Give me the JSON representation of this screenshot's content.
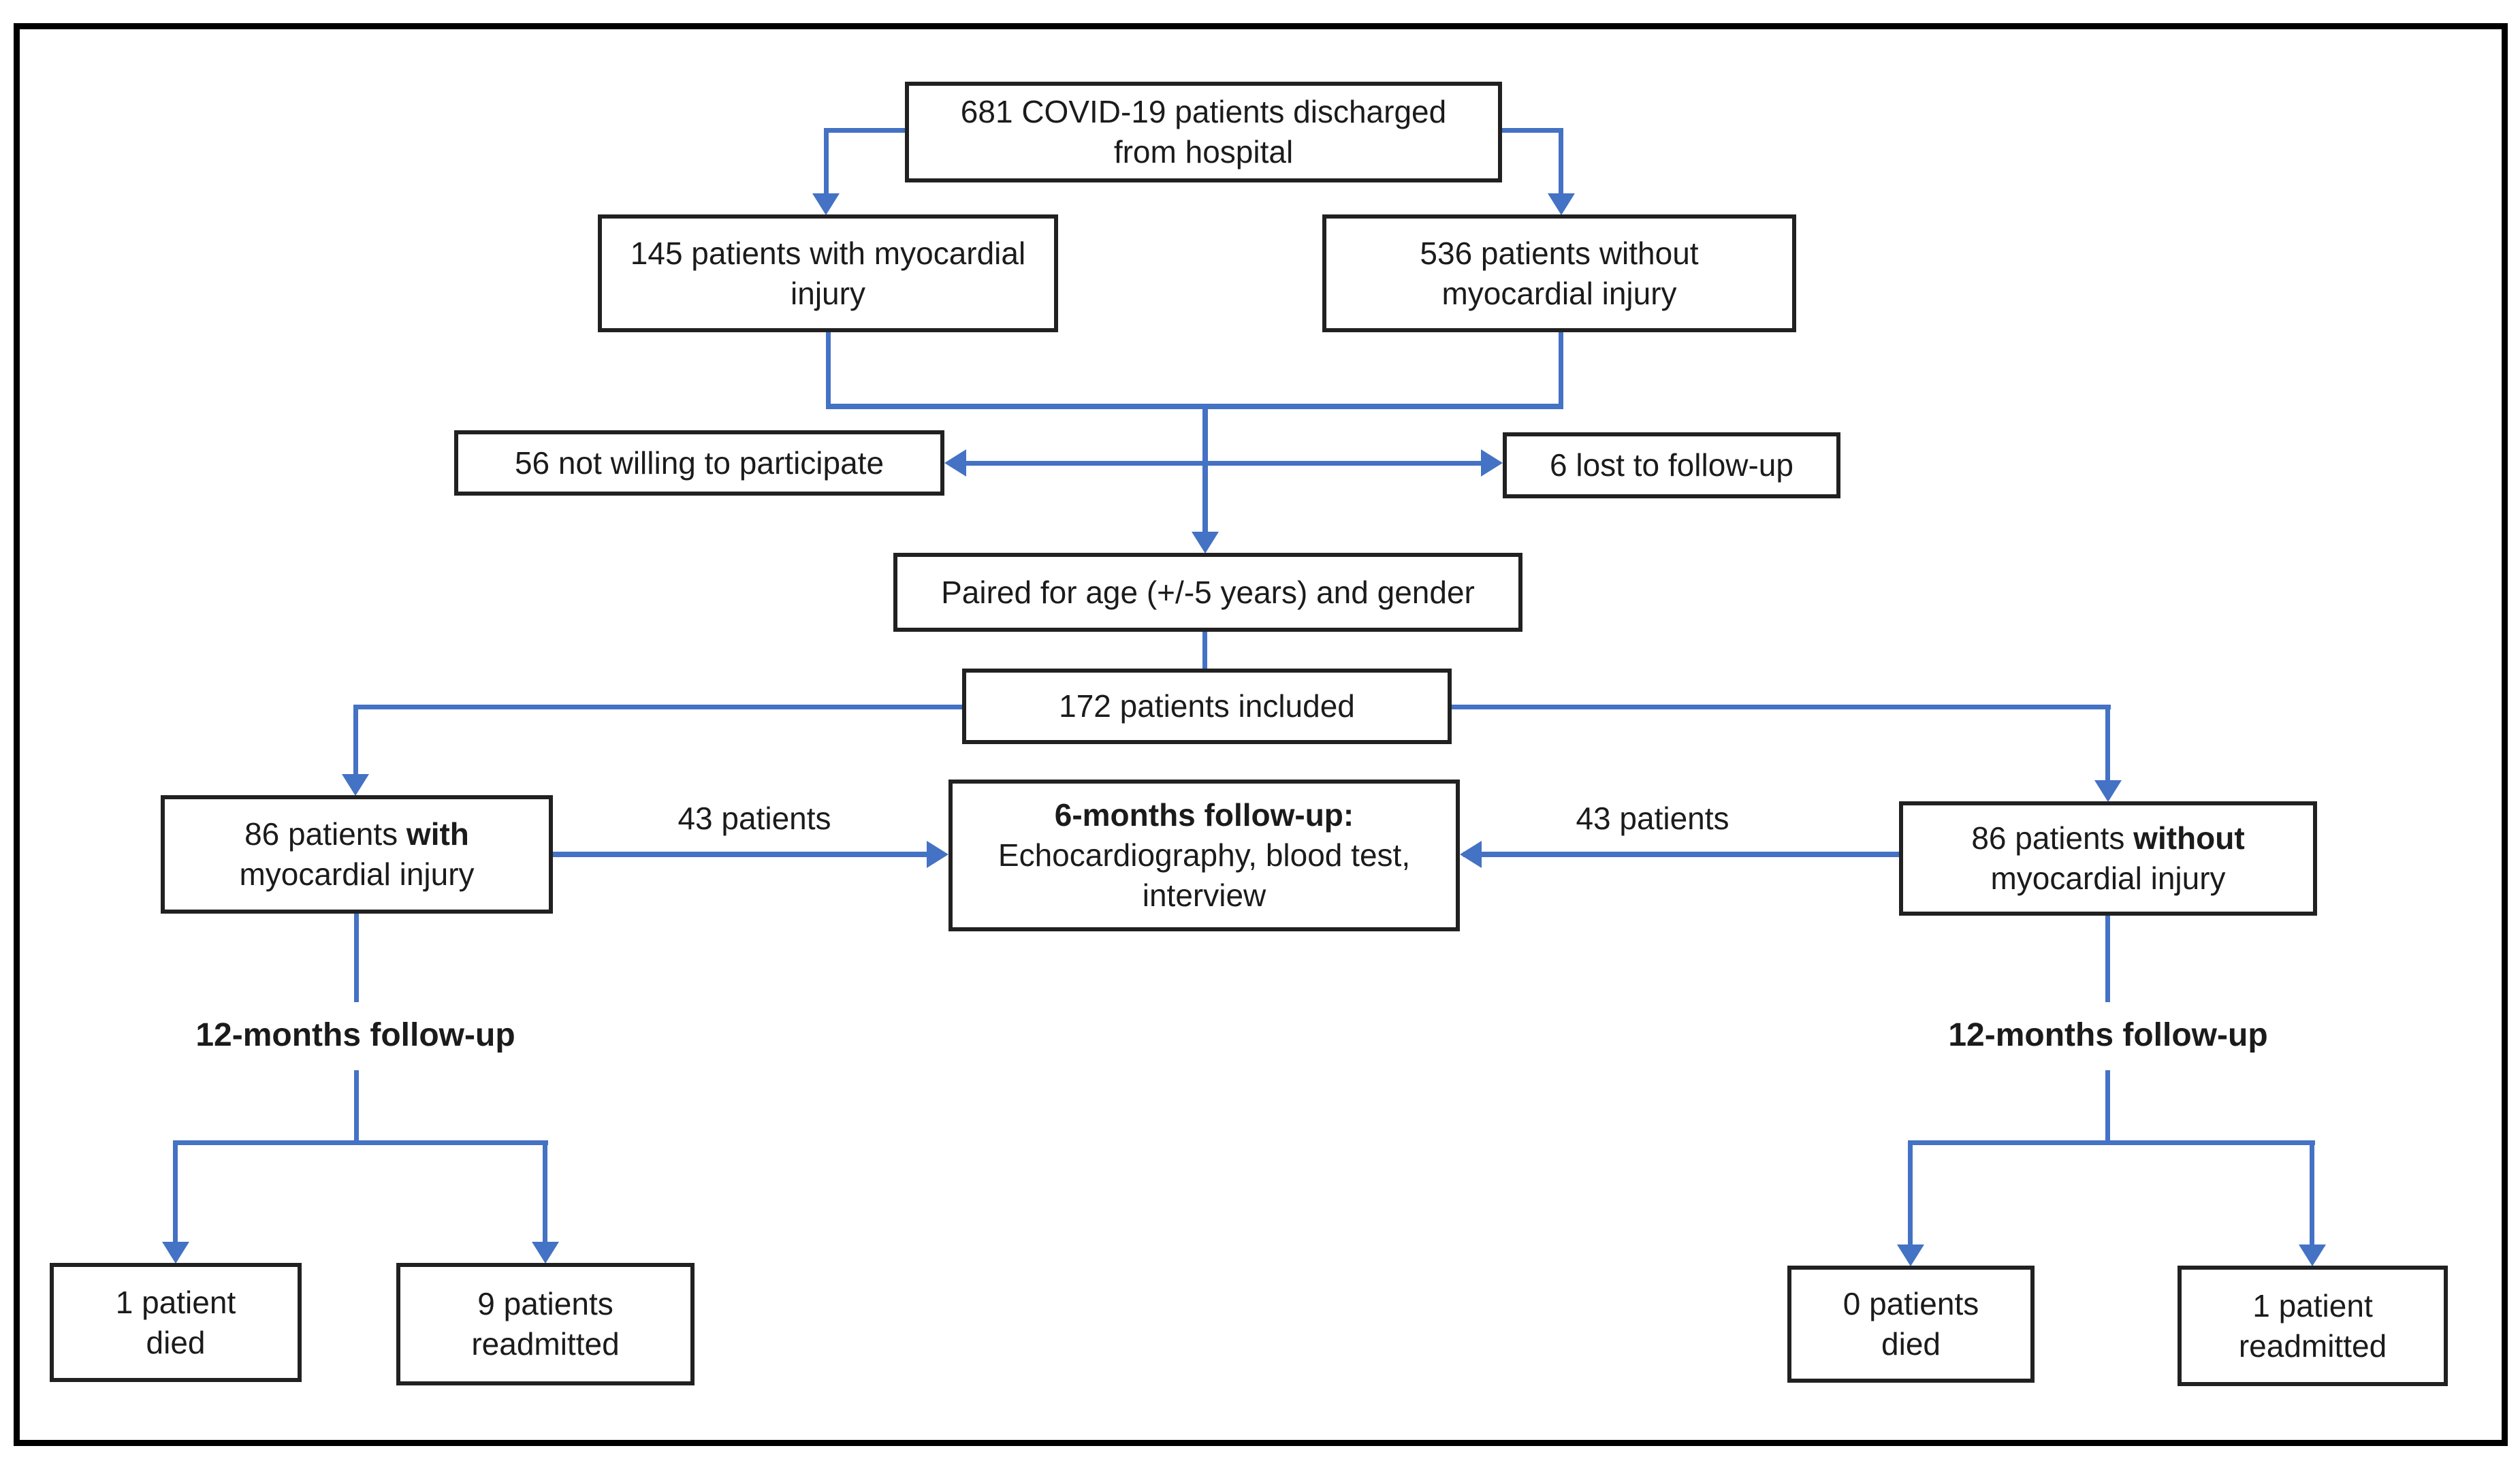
{
  "diagram": {
    "boxes": {
      "discharged": {
        "label": "681  COVID-19 patients discharged from hospital"
      },
      "with_injury": {
        "label": "145 patients with myocardial injury"
      },
      "without_injury": {
        "label": "536 patients without myocardial injury"
      },
      "not_willing": {
        "label": "56 not willing to participate"
      },
      "lost_followup": {
        "label": "6 lost to follow-up"
      },
      "paired": {
        "label": "Paired for age (+/-5 years) and gender"
      },
      "included": {
        "label": "172 patients included"
      },
      "with_86": {
        "pre": "86 patients ",
        "bold": "with",
        "post": " myocardial injury"
      },
      "six_months": {
        "title": "6-months follow-up:",
        "body": "Echocardiography, blood test, interview"
      },
      "without_86": {
        "pre": "86 patients ",
        "bold": "without",
        "post": " myocardial injury"
      },
      "died_left": {
        "label": "1 patient died"
      },
      "readmitted_left": {
        "label": "9 patients readmitted"
      },
      "died_right": {
        "label": "0 patients died"
      },
      "readmitted_right": {
        "label": "1 patient readmitted"
      }
    },
    "labels": {
      "patients_43_left": "43 patients",
      "patients_43_right": "43 patients",
      "twelve_months_left": "12-months follow-up",
      "twelve_months_right": "12-months follow-up"
    },
    "colors": {
      "arrow_blue": "#4472C4",
      "box_border": "#212121",
      "outer_border": "#000000",
      "text": "#1b1b1b"
    }
  }
}
